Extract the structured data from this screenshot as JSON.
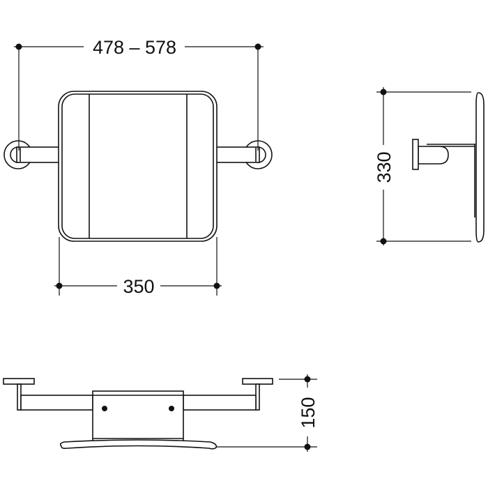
{
  "dimensions": {
    "width_range": "478 – 578",
    "plate_width": "350",
    "height": "330",
    "depth": "150"
  },
  "colors": {
    "line": "#111111",
    "background": "#ffffff"
  }
}
